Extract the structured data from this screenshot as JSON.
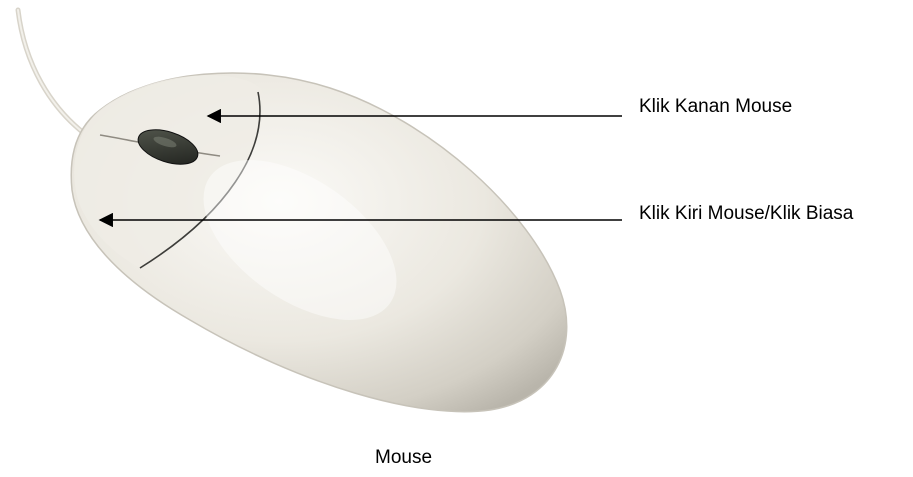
{
  "labels": {
    "right_click": "Klik Kanan Mouse",
    "left_click": "Klik Kiri Mouse/Klik Biasa"
  },
  "caption": "Mouse",
  "colors": {
    "mouse_body": "#ece9e2",
    "mouse_shadow": "#b9b5ab",
    "scroll_wheel": "#2f322d",
    "arrow": "#000000",
    "cable": "#e2ded4"
  }
}
